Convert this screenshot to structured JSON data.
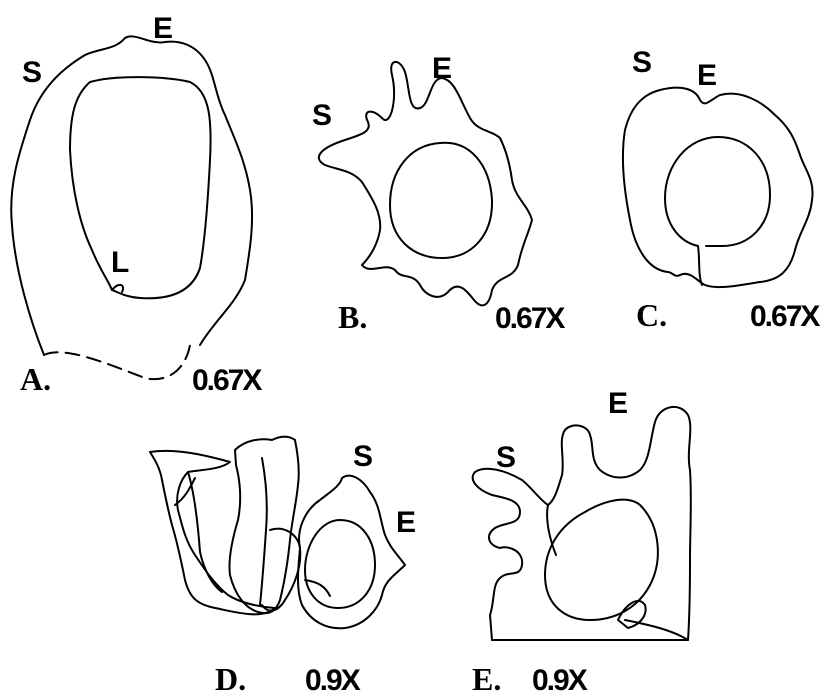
{
  "figure": {
    "panels": [
      {
        "id": "A",
        "label": "A.",
        "scale": "0.67X",
        "markers": {
          "S": "S",
          "E": "E",
          "L": "L"
        }
      },
      {
        "id": "B",
        "label": "B.",
        "scale": "0.67X",
        "markers": {
          "S": "S",
          "E": "E"
        }
      },
      {
        "id": "C",
        "label": "C.",
        "scale": "0.67X",
        "markers": {
          "S": "S",
          "E": "E"
        }
      },
      {
        "id": "D",
        "label": "D.",
        "scale": "0.9X",
        "markers": {
          "S": "S",
          "E": "E"
        }
      },
      {
        "id": "E",
        "label": "E.",
        "scale": "0.9X",
        "markers": {
          "S": "S",
          "E": "E"
        }
      }
    ]
  }
}
